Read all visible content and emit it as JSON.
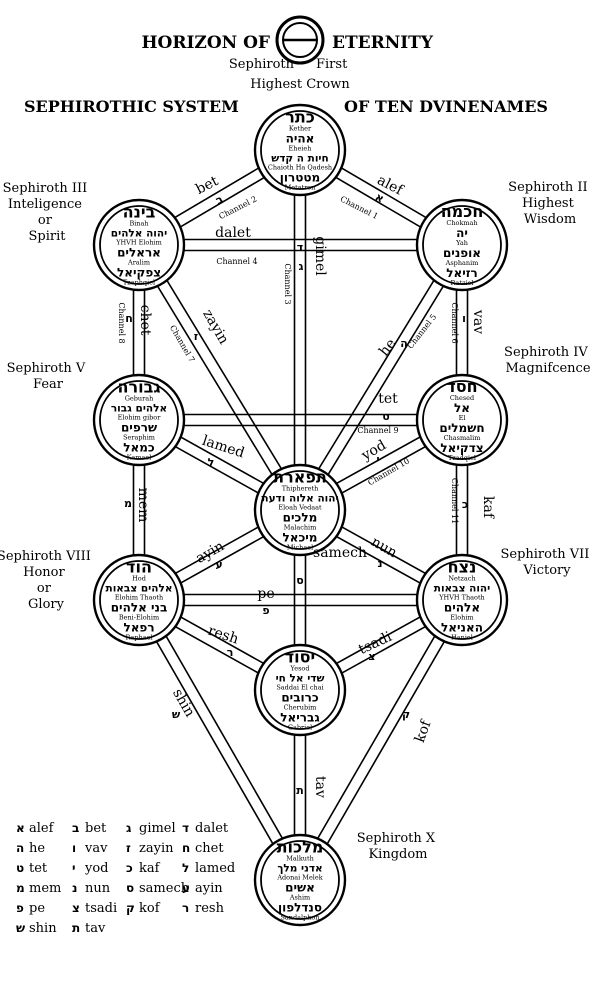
{
  "header": {
    "title_left": "HORIZON OF",
    "title_right": "ETERNITY",
    "sub_left": "Sephiroth",
    "sub_right": "First",
    "crown": "Highest Crown",
    "system_left": "SEPHIROTHIC SYSTEM",
    "system_right": "OF TEN DVINENAMES"
  },
  "sephiroth": [
    {
      "id": "kether",
      "lines": [
        {
          "t": "כתר",
          "k": "h1"
        },
        {
          "t": "Kether",
          "k": "s"
        },
        {
          "t": "אהיה",
          "k": "h2"
        },
        {
          "t": "Eheieh",
          "k": "s"
        },
        {
          "t": "חיות ה קדש",
          "k": "h3"
        },
        {
          "t": "Chaioth Ha Qadesh",
          "k": "s"
        },
        {
          "t": "מטטרון",
          "k": "h2"
        },
        {
          "t": "Metatron",
          "k": "s"
        }
      ]
    },
    {
      "id": "chokmah",
      "lines": [
        {
          "t": "חכמה",
          "k": "h1"
        },
        {
          "t": "Chokmah",
          "k": "s"
        },
        {
          "t": "יה",
          "k": "h2"
        },
        {
          "t": "Yah",
          "k": "s"
        },
        {
          "t": "אופנים",
          "k": "h2"
        },
        {
          "t": "Asphanim",
          "k": "s"
        },
        {
          "t": "רזיאל",
          "k": "h2"
        },
        {
          "t": "Ratziel",
          "k": "s"
        }
      ]
    },
    {
      "id": "binah",
      "lines": [
        {
          "t": "בינה",
          "k": "h1"
        },
        {
          "t": "Binah",
          "k": "s"
        },
        {
          "t": "יהוה אלהים",
          "k": "h3"
        },
        {
          "t": "YHVH Elohim",
          "k": "s"
        },
        {
          "t": "אראלים",
          "k": "h2"
        },
        {
          "t": "Aralim",
          "k": "s"
        },
        {
          "t": "צפקיאל",
          "k": "h2"
        },
        {
          "t": "Tzaphqiel",
          "k": "s"
        }
      ]
    },
    {
      "id": "chesed",
      "lines": [
        {
          "t": "חסד",
          "k": "h1"
        },
        {
          "t": "Chesed",
          "k": "s"
        },
        {
          "t": "אל",
          "k": "h2"
        },
        {
          "t": "El",
          "k": "s"
        },
        {
          "t": "חשמלים",
          "k": "h2"
        },
        {
          "t": "Chasmalim",
          "k": "s"
        },
        {
          "t": "צדקיאל",
          "k": "h2"
        },
        {
          "t": "Tzadqiel",
          "k": "s"
        }
      ]
    },
    {
      "id": "geburah",
      "lines": [
        {
          "t": "גבורה",
          "k": "h1"
        },
        {
          "t": "Geburah",
          "k": "s"
        },
        {
          "t": "אלהים גבור",
          "k": "h3"
        },
        {
          "t": "Elohim gibor",
          "k": "s"
        },
        {
          "t": "שרפים",
          "k": "h2"
        },
        {
          "t": "Seraphim",
          "k": "s"
        },
        {
          "t": "כמאל",
          "k": "h2"
        },
        {
          "t": "Kamael",
          "k": "s"
        }
      ]
    },
    {
      "id": "tiphereth",
      "lines": [
        {
          "t": "תפארת",
          "k": "h1"
        },
        {
          "t": "Thiphereth",
          "k": "s"
        },
        {
          "t": "יהוה אלוה ודעת",
          "k": "h3"
        },
        {
          "t": "Eloah Vedaat",
          "k": "s"
        },
        {
          "t": "מלכים",
          "k": "h2"
        },
        {
          "t": "Malachim",
          "k": "s"
        },
        {
          "t": "מיכאל",
          "k": "h2"
        },
        {
          "t": "Michael",
          "k": "s"
        }
      ]
    },
    {
      "id": "netzach",
      "lines": [
        {
          "t": "נצח",
          "k": "h1"
        },
        {
          "t": "Netzach",
          "k": "s"
        },
        {
          "t": "יהוה צבאות",
          "k": "h3"
        },
        {
          "t": "YHVH Thaoth",
          "k": "s"
        },
        {
          "t": "אלהים",
          "k": "h2"
        },
        {
          "t": "Elohim",
          "k": "s"
        },
        {
          "t": "האניאל",
          "k": "h2"
        },
        {
          "t": "Haniel",
          "k": "s"
        }
      ]
    },
    {
      "id": "hod",
      "lines": [
        {
          "t": "הוד",
          "k": "h1"
        },
        {
          "t": "Hod",
          "k": "s"
        },
        {
          "t": "אלהים צבאות",
          "k": "h3"
        },
        {
          "t": "Elohim Thaoth",
          "k": "s"
        },
        {
          "t": "בני אלהים",
          "k": "h2"
        },
        {
          "t": "Beni-Elohim",
          "k": "s"
        },
        {
          "t": "רפאל",
          "k": "h2"
        },
        {
          "t": "Raphael",
          "k": "s"
        }
      ]
    },
    {
      "id": "yesod",
      "lines": [
        {
          "t": "יסוד",
          "k": "h1"
        },
        {
          "t": "Yesod",
          "k": "s"
        },
        {
          "t": "שדי אל חי",
          "k": "h3"
        },
        {
          "t": "Saddai El chai",
          "k": "s"
        },
        {
          "t": "כרובים",
          "k": "h2"
        },
        {
          "t": "Cherubim",
          "k": "s"
        },
        {
          "t": "גבריאל",
          "k": "h2"
        },
        {
          "t": "Gabriel",
          "k": "s"
        }
      ]
    },
    {
      "id": "malkuth",
      "lines": [
        {
          "t": "מלכות",
          "k": "h1"
        },
        {
          "t": "Malkuth",
          "k": "s"
        },
        {
          "t": "אדני מלך",
          "k": "h3"
        },
        {
          "t": "Adonai Melek",
          "k": "s"
        },
        {
          "t": "אשים",
          "k": "h2"
        },
        {
          "t": "Ashim",
          "k": "s"
        },
        {
          "t": "סנדלפון",
          "k": "h2"
        },
        {
          "t": "Sandalphon",
          "k": "s"
        }
      ]
    }
  ],
  "side_labels": [
    {
      "id": "binah-label",
      "lines": [
        "Sephiroth III",
        "Inteligence",
        "or",
        "Spirit"
      ]
    },
    {
      "id": "chokmah-label",
      "lines": [
        "Sephiroth II",
        "Highest",
        "Wisdom"
      ]
    },
    {
      "id": "geburah-label",
      "lines": [
        "Sephiroth V",
        "Fear"
      ]
    },
    {
      "id": "chesed-label",
      "lines": [
        "Sephiroth IV",
        "Magnifcence"
      ]
    },
    {
      "id": "hod-label",
      "lines": [
        "Sephiroth VIII",
        "Honor",
        "or",
        "Glory"
      ]
    },
    {
      "id": "netzach-label",
      "lines": [
        "Sephiroth VII",
        "Victory"
      ]
    },
    {
      "id": "malkuth-label",
      "lines": [
        "Sephiroth X",
        "Kingdom"
      ]
    }
  ],
  "paths": [
    {
      "id": "bet",
      "name": "bet",
      "letter": "ב"
    },
    {
      "id": "alef",
      "name": "alef",
      "letter": "א"
    },
    {
      "id": "gimel",
      "name": "gimel",
      "letter": "ג"
    },
    {
      "id": "dalet",
      "name": "dalet",
      "letter": "ד"
    },
    {
      "id": "he",
      "name": "he",
      "letter": "ה"
    },
    {
      "id": "vav",
      "name": "vav",
      "letter": "ו"
    },
    {
      "id": "zayin",
      "name": "zayin",
      "letter": "ז"
    },
    {
      "id": "chet",
      "name": "chet",
      "letter": "ח"
    },
    {
      "id": "tet",
      "name": "tet",
      "letter": "ט"
    },
    {
      "id": "yod",
      "name": "yod",
      "letter": "י"
    },
    {
      "id": "kaf",
      "name": "kaf",
      "letter": "כ"
    },
    {
      "id": "lamed",
      "name": "lamed",
      "letter": "ל"
    },
    {
      "id": "mem",
      "name": "mem",
      "letter": "מ"
    },
    {
      "id": "nun",
      "name": "nun",
      "letter": "נ"
    },
    {
      "id": "samech",
      "name": "samech",
      "letter": "ס"
    },
    {
      "id": "ayin",
      "name": "ayin",
      "letter": "ע"
    },
    {
      "id": "pe",
      "name": "pe",
      "letter": "פ"
    },
    {
      "id": "tsadi",
      "name": "tsadi",
      "letter": "צ"
    },
    {
      "id": "kof",
      "name": "kof",
      "letter": "ק"
    },
    {
      "id": "resh",
      "name": "resh",
      "letter": "ר"
    },
    {
      "id": "shin",
      "name": "shin",
      "letter": "ש"
    },
    {
      "id": "tav",
      "name": "tav",
      "letter": "ת"
    }
  ],
  "channels": [
    {
      "id": "ch1",
      "label": "Channel 1"
    },
    {
      "id": "ch2",
      "label": "Channel 2"
    },
    {
      "id": "ch3",
      "label": "Channel 3"
    },
    {
      "id": "ch4",
      "label": "Channel 4"
    },
    {
      "id": "ch5",
      "label": "Channel 5"
    },
    {
      "id": "ch6",
      "label": "Channel 6"
    },
    {
      "id": "ch7",
      "label": "Channel 7"
    },
    {
      "id": "ch8",
      "label": "Channel 8"
    },
    {
      "id": "ch9",
      "label": "Channel 9"
    },
    {
      "id": "ch10",
      "label": "Channel 10"
    },
    {
      "id": "ch11",
      "label": "Channel 11"
    }
  ],
  "legend": [
    {
      "letter": "א",
      "name": "alef"
    },
    {
      "letter": "ב",
      "name": "bet"
    },
    {
      "letter": "ג",
      "name": "gimel"
    },
    {
      "letter": "ד",
      "name": "dalet"
    },
    {
      "letter": "ה",
      "name": "he"
    },
    {
      "letter": "ו",
      "name": "vav"
    },
    {
      "letter": "ז",
      "name": "zayin"
    },
    {
      "letter": "ח",
      "name": "chet"
    },
    {
      "letter": "ט",
      "name": "tet"
    },
    {
      "letter": "י",
      "name": "yod"
    },
    {
      "letter": "כ",
      "name": "kaf"
    },
    {
      "letter": "ל",
      "name": "lamed"
    },
    {
      "letter": "מ",
      "name": "mem"
    },
    {
      "letter": "נ",
      "name": "nun"
    },
    {
      "letter": "ס",
      "name": "samech"
    },
    {
      "letter": "ע",
      "name": "ayin"
    },
    {
      "letter": "פ",
      "name": "pe"
    },
    {
      "letter": "צ",
      "name": "tsadi"
    },
    {
      "letter": "ק",
      "name": "kof"
    },
    {
      "letter": "ר",
      "name": "resh"
    },
    {
      "letter": "ש",
      "name": "shin"
    },
    {
      "letter": "ת",
      "name": "tav"
    }
  ]
}
